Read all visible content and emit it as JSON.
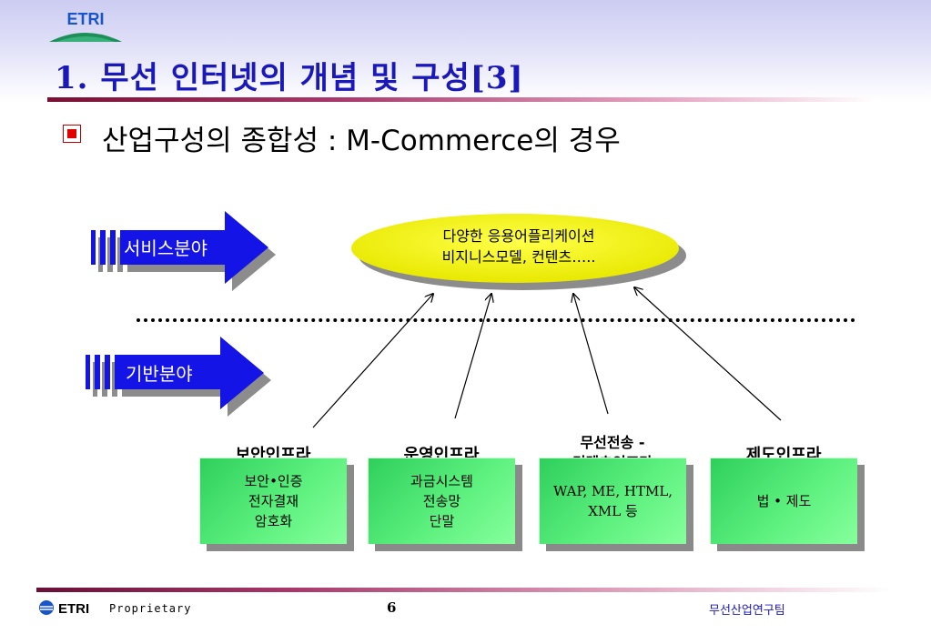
{
  "header": {
    "logo_text": "ETRI",
    "title": "1. 무선 인터넷의 개념 및 구성[3]"
  },
  "subtitle": "산업구성의 종합성 : M-Commerce의 경우",
  "diagram": {
    "arrows": [
      {
        "label": "서비스분야"
      },
      {
        "label": "기반분야"
      }
    ],
    "ellipse": {
      "line1": "다양한 응용어플리케이션",
      "line2": "비지니스모델, 컨텐츠….."
    },
    "infra": [
      {
        "title": "보안인프라",
        "lines": [
          "보안•인증",
          "전자결재",
          "암호화"
        ]
      },
      {
        "title": "운영인프라",
        "lines": [
          "과금시스템",
          "전송망",
          "단말"
        ]
      },
      {
        "title_line1": "무선전송 -",
        "title_line2": "컨텐츠인프라",
        "lines": [
          "WAP, ME, HTML,",
          "XML 등"
        ]
      },
      {
        "title": "제도인프라",
        "lines": [
          "법 • 제도"
        ]
      }
    ],
    "colors": {
      "arrow_blue": "#1414e6",
      "ellipse_yellow": "#f5f500",
      "box_green": "#5cf07e",
      "title_blue": "#1a18b8"
    }
  },
  "footer": {
    "logo_text": "ETRI",
    "proprietary": "Proprietary",
    "page_number": "6",
    "team": "무선산업연구팀"
  }
}
